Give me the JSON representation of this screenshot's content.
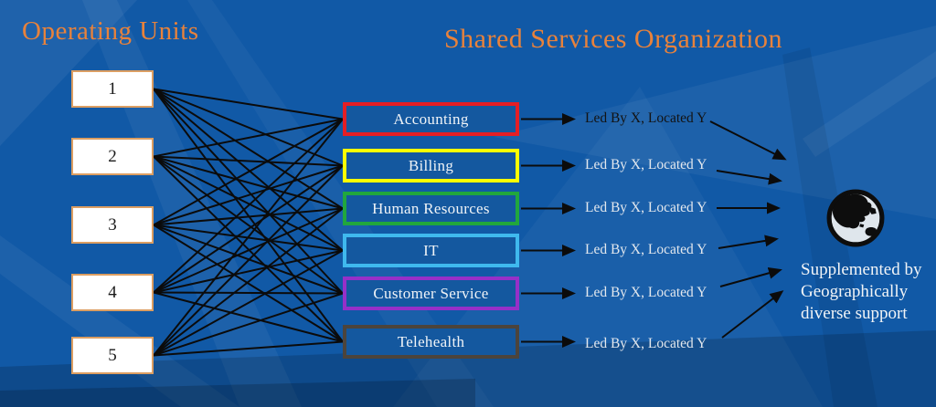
{
  "titles": {
    "left": "Operating Units",
    "right": "Shared Services Organization",
    "color": "#E8823B"
  },
  "operating_units": [
    {
      "label": "1"
    },
    {
      "label": "2"
    },
    {
      "label": "3"
    },
    {
      "label": "4"
    },
    {
      "label": "5"
    }
  ],
  "services": [
    {
      "label": "Accounting",
      "border": "#E51E25"
    },
    {
      "label": "Billing",
      "border": "#FBFF00"
    },
    {
      "label": "Human Resources",
      "border": "#21A73D"
    },
    {
      "label": "IT",
      "border": "#3FB9EE"
    },
    {
      "label": "Customer Service",
      "border": "#9630C8"
    },
    {
      "label": "Telehealth",
      "border": "#4C443C"
    }
  ],
  "led_by": [
    {
      "text": "Led By X, Located Y",
      "color": "#131313"
    },
    {
      "text": "Led By X, Located Y",
      "color": "#E3E8EE"
    },
    {
      "text": "Led By X, Located Y",
      "color": "#E3E8EE"
    },
    {
      "text": "Led By X, Located Y",
      "color": "#E3E8EE"
    },
    {
      "text": "Led By X, Located Y",
      "color": "#E3E8EE"
    },
    {
      "text": "Led By X, Located Y",
      "color": "#E3E8EE"
    }
  ],
  "right_panel": {
    "icon": "globe-asia-icon",
    "line1": "Supplemented by",
    "line2": "Geographically",
    "line3": "diverse support",
    "text_color": "#F1F4F7"
  },
  "colors": {
    "background": "#1159A6",
    "unit_border": "#DC9E62",
    "service_fill": "#14589F",
    "service_text": "#EFF3F7",
    "wire": "#0B0B0B"
  }
}
